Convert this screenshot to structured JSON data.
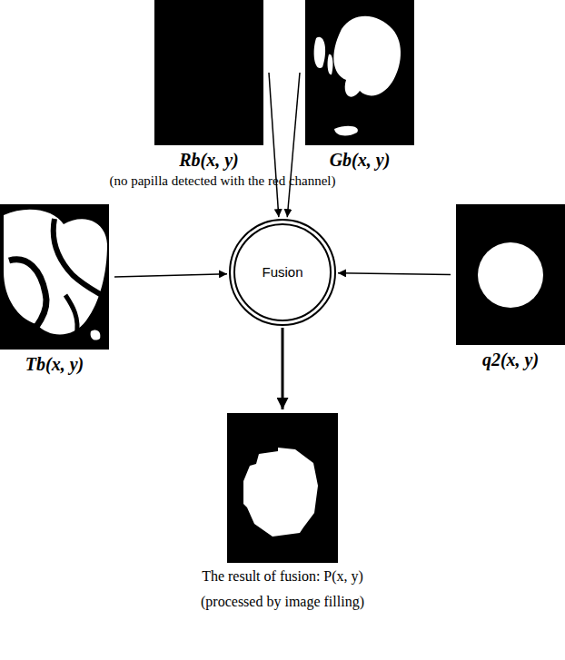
{
  "diagram": {
    "nodes": [
      {
        "text": [
          "Rb(x, y)"
        ]
      },
      {
        "text": [
          "Gb(x, y)"
        ]
      },
      {
        "text": [
          "Tb(x, y)"
        ]
      },
      {
        "text": [
          "q2(x, y)"
        ]
      },
      {
        "text": [
          "Fusion"
        ]
      },
      {
        "text": [
          "The result of fusion: P(x, y)",
          "(processed by image filling)"
        ]
      }
    ],
    "edges": [
      {
        "from": 0,
        "to": 4,
        "arrow": "to"
      },
      {
        "from": 1,
        "to": 4,
        "arrow": "to"
      },
      {
        "from": 2,
        "to": 4,
        "arrow": "to"
      },
      {
        "from": 3,
        "to": 4,
        "arrow": "to"
      },
      {
        "from": 4,
        "to": 5,
        "arrow": "to"
      }
    ],
    "labels": [
      "(no papilla detected with the red channel)"
    ]
  }
}
